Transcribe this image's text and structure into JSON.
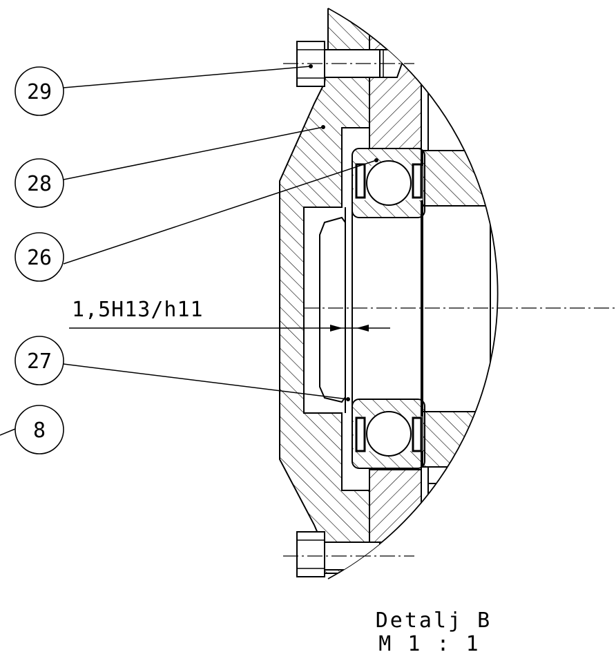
{
  "drawing": {
    "dimension": "1,5H13/h11",
    "caption_line1": "Detalj B",
    "caption_line2": "M 1 : 1"
  },
  "balloons": {
    "b29": "29",
    "b28": "28",
    "b26": "26",
    "b27": "27",
    "b8": "8"
  }
}
